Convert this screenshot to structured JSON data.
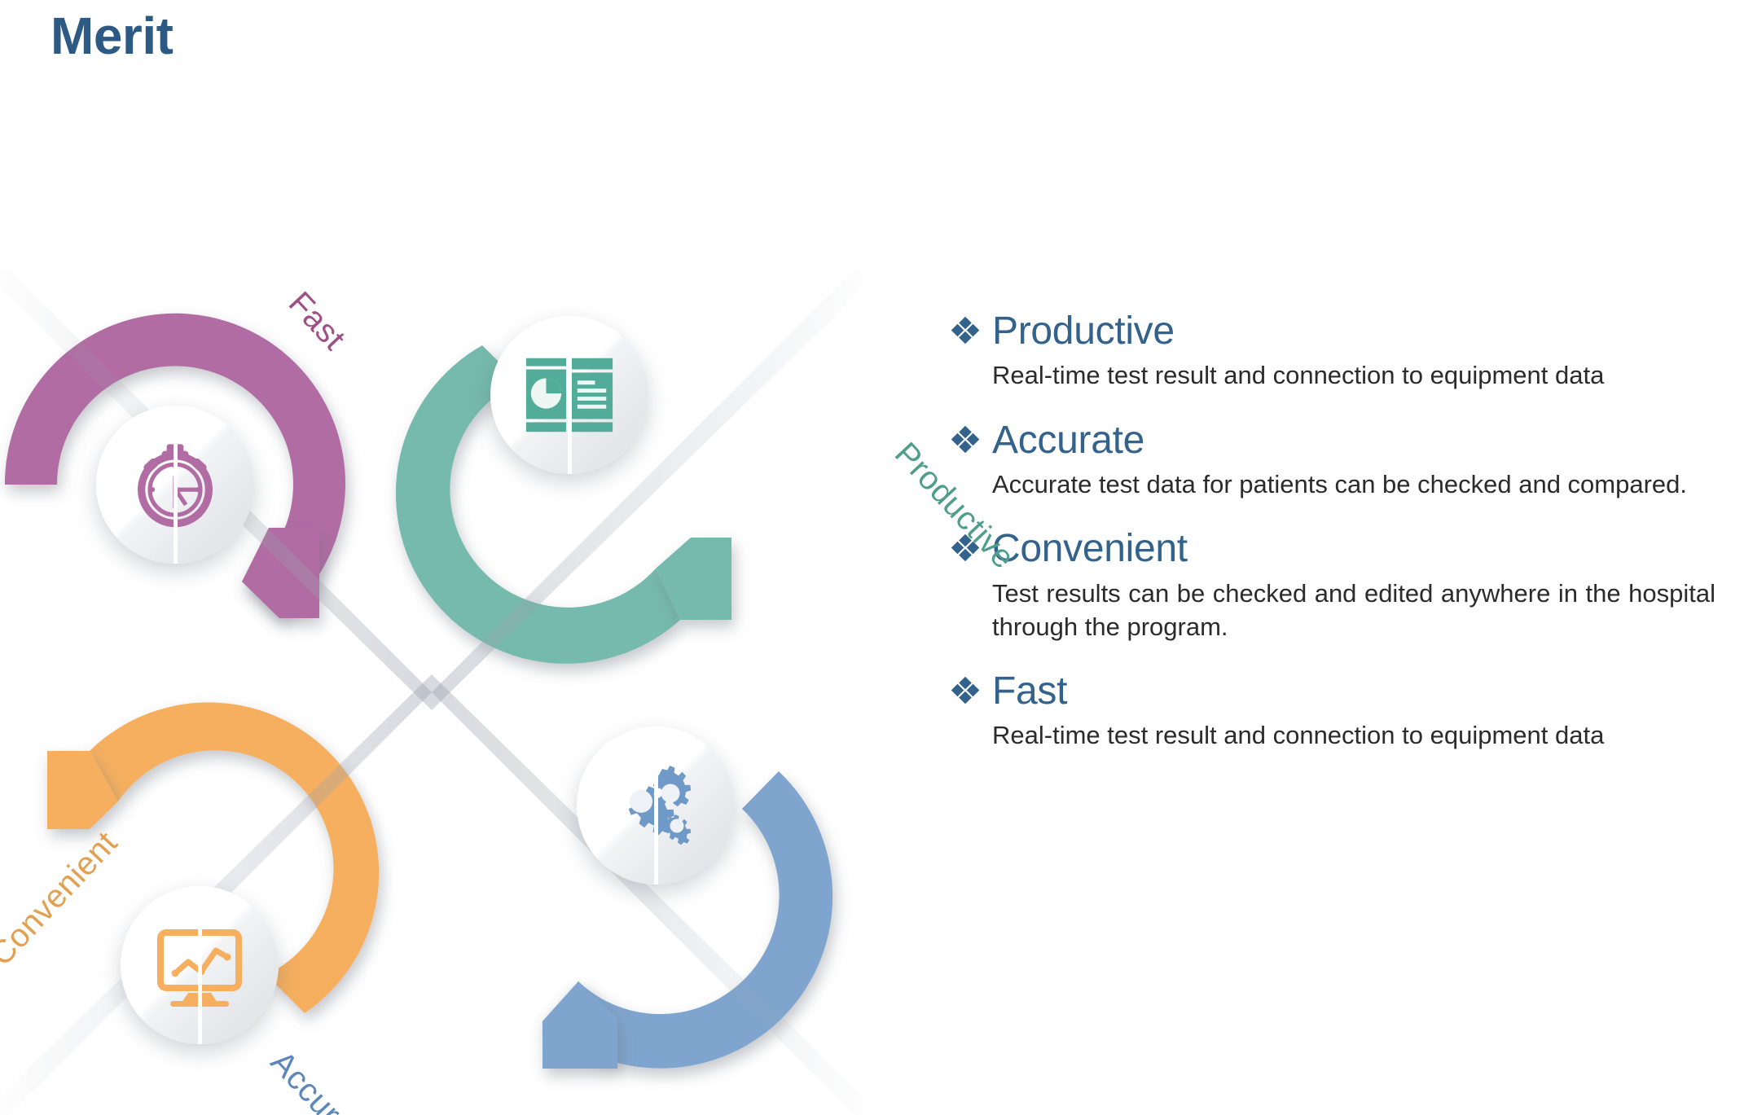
{
  "title": "Merit",
  "colors": {
    "title_blue": "#2d5a85",
    "heading_blue": "#33628d",
    "fast_purple": "#b06ca3",
    "productive_teal": "#75baac",
    "convenient_orange": "#f5af5f",
    "accurate_blue": "#7fa5ce",
    "body_text": "#2b2b2b",
    "background": "#ffffff"
  },
  "diagram": {
    "quadrants": [
      {
        "key": "fast",
        "label": "Fast",
        "color": "#b06ca3",
        "label_color": "#9e4f86",
        "icon": "stopwatch-icon",
        "position": "top-left"
      },
      {
        "key": "productive",
        "label": "Productive",
        "color": "#75baac",
        "label_color": "#4f9e8b",
        "icon": "report-presentation-icon",
        "position": "top-right"
      },
      {
        "key": "convenient",
        "label": "Convenient",
        "color": "#f5af5f",
        "label_color": "#e3a051",
        "icon": "monitor-chart-icon",
        "position": "bottom-left"
      },
      {
        "key": "accurate",
        "label": "Accurate",
        "color": "#7fa5ce",
        "label_color": "#5d87bb",
        "icon": "gears-icon",
        "position": "bottom-right"
      }
    ]
  },
  "merits": [
    {
      "bullet_icon": "four-diamond-bullet-icon",
      "title": "Productive",
      "body": "Real-time test result and connection to equipment data",
      "justified": false
    },
    {
      "bullet_icon": "four-diamond-bullet-icon",
      "title": "Accurate",
      "body": "Accurate test data for patients can be checked and compared.",
      "justified": true
    },
    {
      "bullet_icon": "four-diamond-bullet-icon",
      "title": "Convenient",
      "body": "Test results can be checked and edited anywhere in the hospital through the program.",
      "justified": true
    },
    {
      "bullet_icon": "four-diamond-bullet-icon",
      "title": "Fast",
      "body": "Real-time test result and connection to equipment data",
      "justified": false
    }
  ]
}
